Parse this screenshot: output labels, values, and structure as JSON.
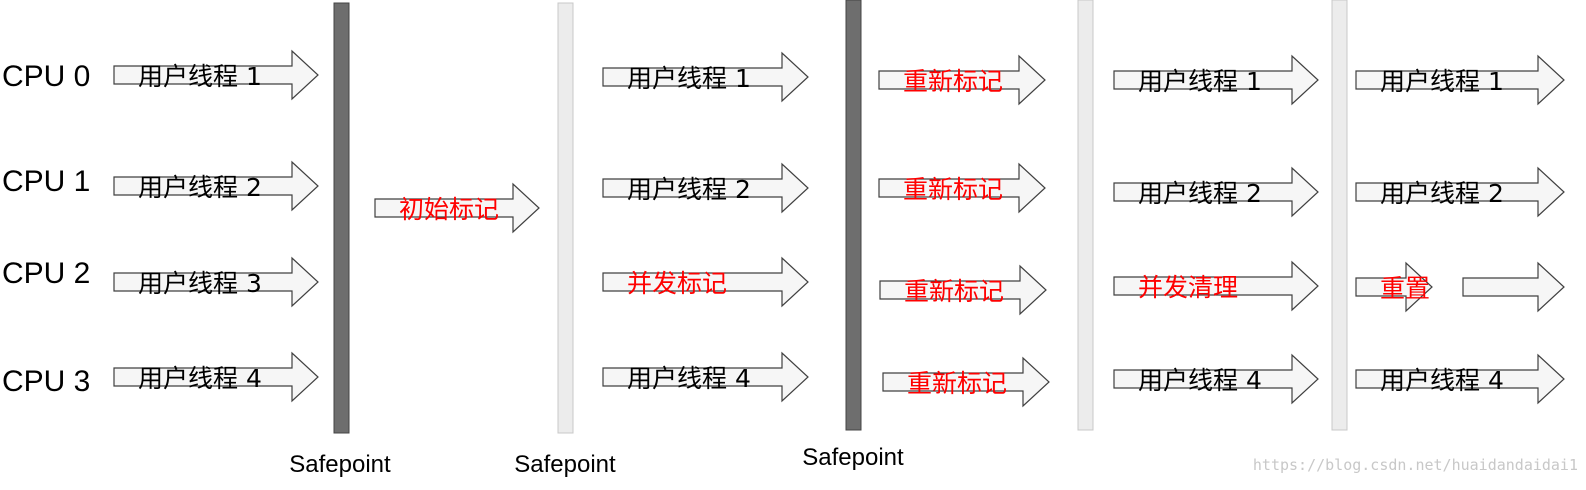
{
  "cpus": [
    "CPU 0",
    "CPU 1",
    "CPU 2",
    "CPU 3"
  ],
  "colors": {
    "text": "#000000",
    "highlight": "#ff0000",
    "arrow_fill": "#f6f6f6",
    "arrow_stroke": "#404040",
    "bar_dark": "#6e6e6e",
    "bar_light": "#ececec",
    "watermark": "#c8c8c8"
  },
  "safepoint_label": "Safepoint",
  "segments": [
    {
      "bar": {
        "style": "dark",
        "label": "Safepoint"
      },
      "arrows": [
        {
          "text": "用户线程 1",
          "highlight": false
        },
        {
          "text": "用户线程 2",
          "highlight": false
        },
        {
          "text": "用户线程 3",
          "highlight": false
        },
        {
          "text": "用户线程 4",
          "highlight": false
        }
      ]
    },
    {
      "bar": {
        "style": "light",
        "label": "Safepoint"
      },
      "arrows": [
        {
          "text": "初始标记",
          "highlight": true
        }
      ]
    },
    {
      "bar": {
        "style": "dark",
        "label": "Safepoint"
      },
      "arrows": [
        {
          "text": "用户线程 1",
          "highlight": false
        },
        {
          "text": "用户线程 2",
          "highlight": false
        },
        {
          "text": "并发标记",
          "highlight": true
        },
        {
          "text": "用户线程 4",
          "highlight": false
        }
      ]
    },
    {
      "bar": {
        "style": "light",
        "label": ""
      },
      "arrows": [
        {
          "text": "重新标记",
          "highlight": true
        },
        {
          "text": "重新标记",
          "highlight": true
        },
        {
          "text": "重新标记",
          "highlight": true
        },
        {
          "text": "重新标记",
          "highlight": true
        }
      ]
    },
    {
      "bar": {
        "style": "light",
        "label": ""
      },
      "arrows": [
        {
          "text": "用户线程 1",
          "highlight": false
        },
        {
          "text": "用户线程 2",
          "highlight": false
        },
        {
          "text": "并发清理",
          "highlight": true
        },
        {
          "text": "用户线程 4",
          "highlight": false
        }
      ]
    },
    {
      "bar": null,
      "arrows": [
        {
          "text": "用户线程 1",
          "highlight": false
        },
        {
          "text": "用户线程 2",
          "highlight": false
        },
        {
          "text": "重置",
          "highlight": true
        },
        {
          "text": "",
          "highlight": false
        },
        {
          "text": "用户线程 4",
          "highlight": false
        }
      ]
    }
  ],
  "watermark": "https://blog.csdn.net/huaidandaidai1"
}
